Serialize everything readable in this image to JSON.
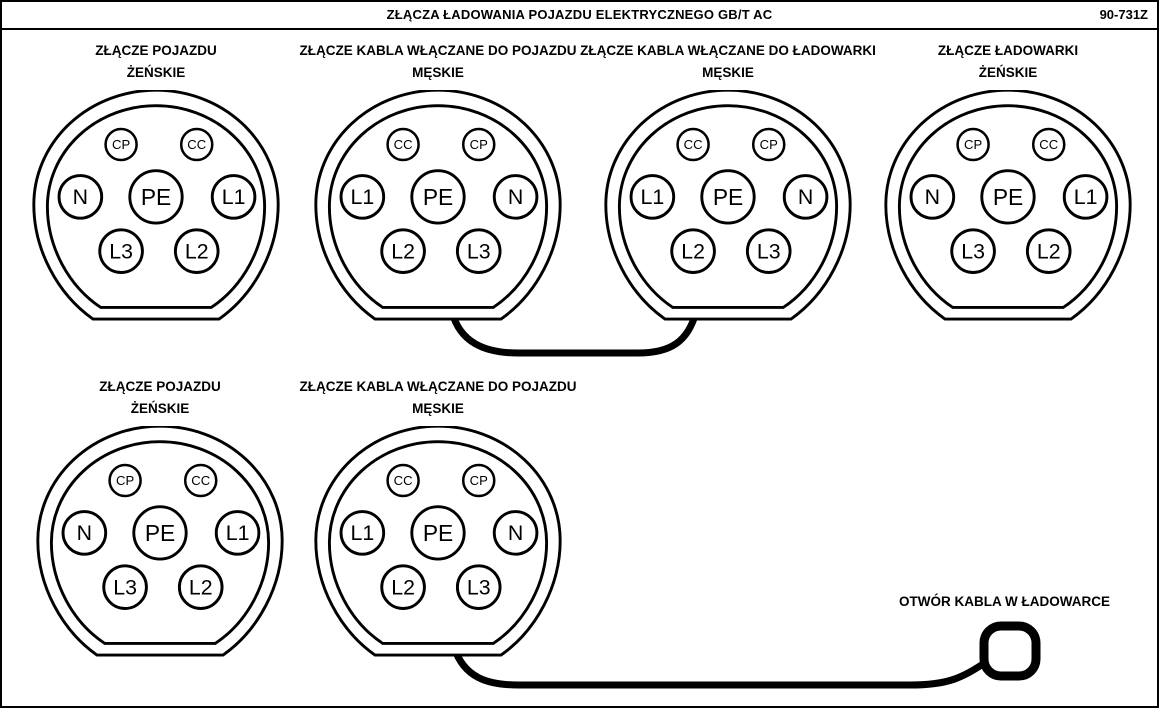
{
  "header": {
    "title": "ZŁĄCZA ŁADOWANIA POJAZDU ELEKTRYCZNEGO GB/T AC",
    "code": "90-731Z"
  },
  "connectors": [
    {
      "id": "vehicle-female-top",
      "label_line1": "ZŁĄCZE POJAZDU",
      "label_line2": "ŻEŃSKIE",
      "pins": [
        "CP",
        "CC",
        "N",
        "PE",
        "L1",
        "L3",
        "L2"
      ]
    },
    {
      "id": "cable-male-to-vehicle-top",
      "label_line1": "ZŁĄCZE KABLA WŁĄCZANE DO POJAZDU",
      "label_line2": "MĘSKIE",
      "pins": [
        "CC",
        "CP",
        "L1",
        "PE",
        "N",
        "L2",
        "L3"
      ]
    },
    {
      "id": "cable-male-to-charger",
      "label_line1": "ZŁĄCZE KABLA WŁĄCZANE DO ŁADOWARKI",
      "label_line2": "MĘSKIE",
      "pins": [
        "CC",
        "CP",
        "L1",
        "PE",
        "N",
        "L2",
        "L3"
      ]
    },
    {
      "id": "charger-female",
      "label_line1": "ZŁĄCZE ŁADOWARKI",
      "label_line2": "ŻEŃSKIE",
      "pins": [
        "CP",
        "CC",
        "N",
        "PE",
        "L1",
        "L3",
        "L2"
      ]
    },
    {
      "id": "vehicle-female-bottom",
      "label_line1": "ZŁĄCZE POJAZDU",
      "label_line2": "ŻEŃSKIE",
      "pins": [
        "CP",
        "CC",
        "N",
        "PE",
        "L1",
        "L3",
        "L2"
      ]
    },
    {
      "id": "cable-male-to-vehicle-bottom",
      "label_line1": "ZŁĄCZE KABLA WŁĄCZANE DO POJAZDU",
      "label_line2": "MĘSKIE",
      "pins": [
        "CC",
        "CP",
        "L1",
        "PE",
        "N",
        "L2",
        "L3"
      ]
    }
  ],
  "cable_note": {
    "label": "OTWÓR KABLA W ŁADOWARCE"
  },
  "colors": {
    "line": "#000000",
    "background": "#ffffff"
  }
}
